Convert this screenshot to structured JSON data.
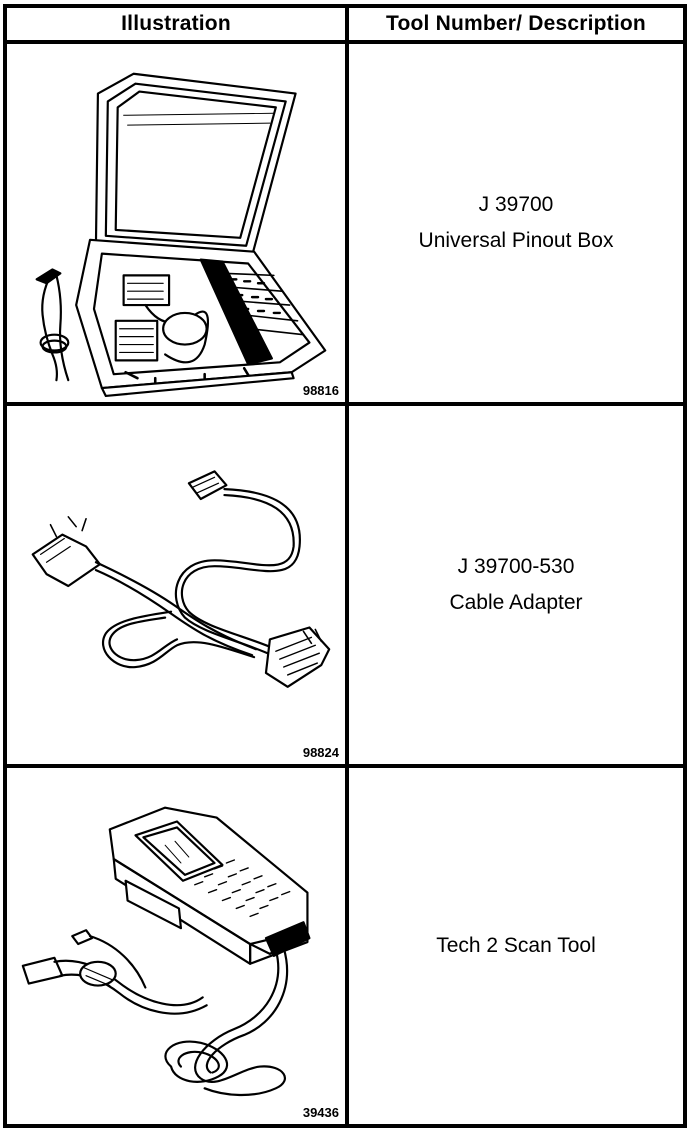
{
  "headers": {
    "illustration": "Illustration",
    "description": "Tool Number/ Description"
  },
  "rows": [
    {
      "number": "J 39700",
      "name": "Universal Pinout Box",
      "figure": "98816",
      "icon": "pinout-box-case-icon"
    },
    {
      "number": "J 39700-530",
      "name": "Cable Adapter",
      "figure": "98824",
      "icon": "cable-adapter-icon"
    },
    {
      "number": "",
      "name": "Tech 2 Scan Tool",
      "figure": "39436",
      "icon": "scan-tool-icon"
    }
  ]
}
